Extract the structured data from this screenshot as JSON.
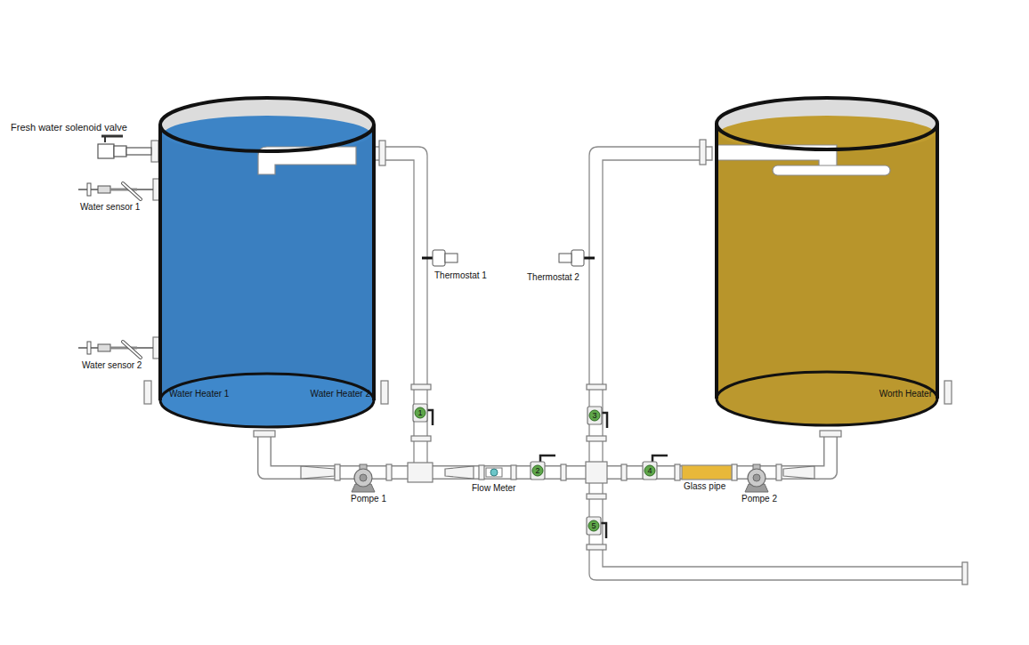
{
  "diagram": {
    "nodes": [
      {
        "text": [
          "Water Heater 1",
          "Water Heater 2"
        ]
      },
      {
        "text": [
          "Worth Heater"
        ]
      }
    ],
    "edges": [
      {
        "from": 0,
        "to": 1,
        "arrow": "none"
      }
    ],
    "labels": [
      "Fresh water solenoid valve",
      "Water sensor 1",
      "Water sensor 2",
      "Thermostat 1",
      "Thermostat 2",
      "Pompe 1",
      "Flow Meter",
      "Glass pipe",
      "Pompe 2",
      "1",
      "2",
      "3",
      "4",
      "5"
    ]
  }
}
